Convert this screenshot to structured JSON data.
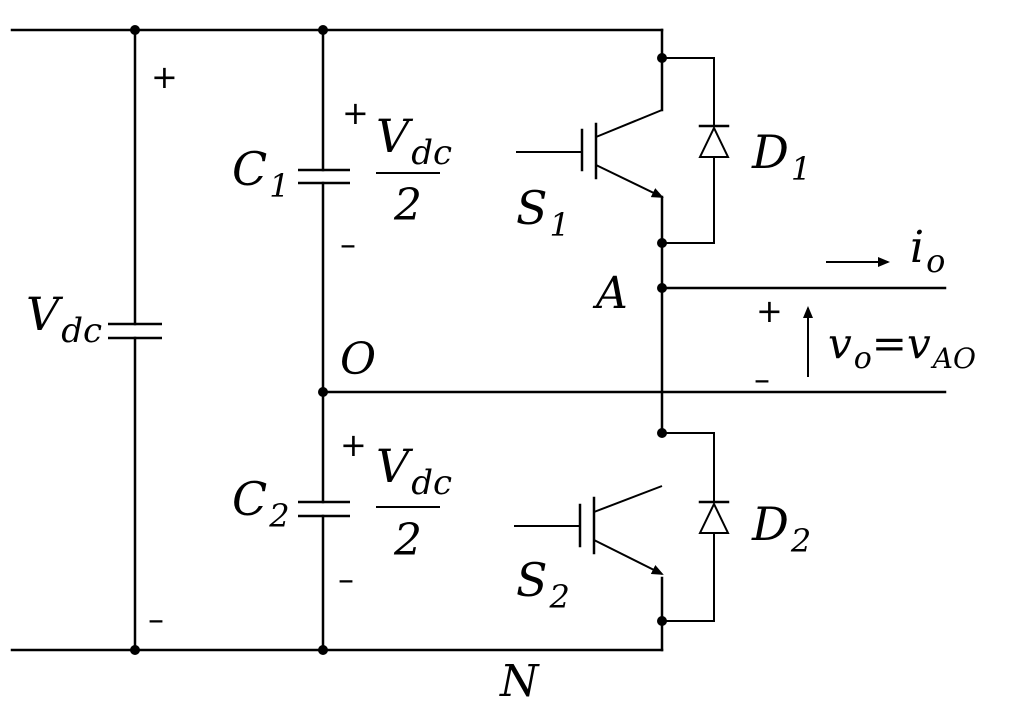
{
  "colors": {
    "ink": "#000000",
    "background": "#ffffff"
  },
  "labels": {
    "vdc_source": "V",
    "vdc_source_sub": "dc",
    "src_plus": "+",
    "src_minus": "–",
    "c1": "C",
    "c1_sub": "1",
    "c2": "C",
    "c2_sub": "2",
    "half_vdc_num": "V",
    "half_vdc_num_sub": "dc",
    "half_vdc_den": "2",
    "cap_plus": "+",
    "cap_minus": "–",
    "s1": "S",
    "s1_sub": "1",
    "s2": "S",
    "s2_sub": "2",
    "d1": "D",
    "d1_sub": "1",
    "d2": "D",
    "d2_sub": "2",
    "node_a": "A",
    "node_o": "O",
    "node_n": "N",
    "io": "i",
    "io_sub": "o",
    "vo": "v",
    "vo_sub": "o",
    "vo_eq": "=",
    "vao": "v",
    "vao_sub": "AO",
    "out_plus": "+",
    "out_minus": "–"
  }
}
